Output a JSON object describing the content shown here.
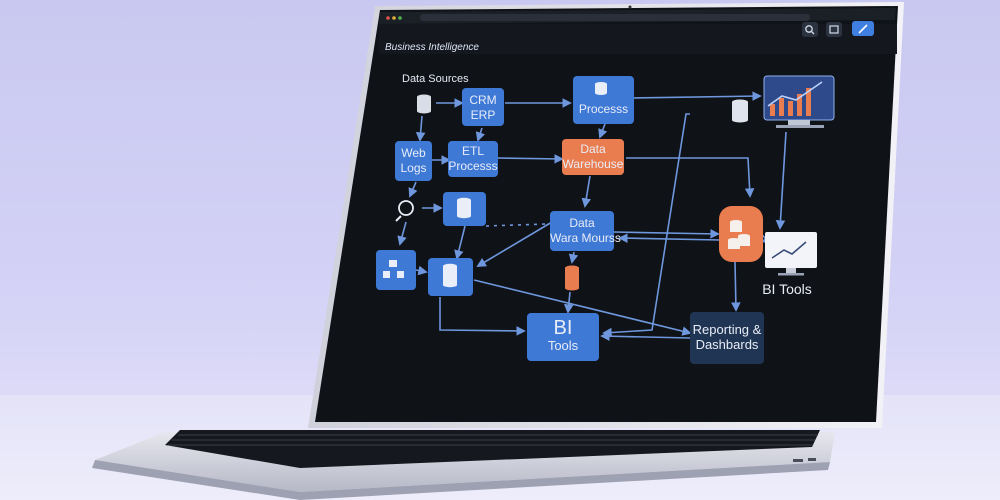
{
  "app": {
    "title": "Business Intelligence",
    "section_title": "Data Sources"
  },
  "toolbar": {
    "icons": [
      "search-icon",
      "grid-icon",
      "edit-icon"
    ]
  },
  "diagram": {
    "nodes": {
      "crm": "CRM",
      "erp": "ERP",
      "process_top": "Processs",
      "web": "Web",
      "logs": "Logs",
      "etl": "ETL",
      "etl_process": "Processs",
      "data_warehouse_1": "Data",
      "data_warehouse_2": "Warehouse",
      "data_mid_1": "Data",
      "data_mid_2": "Wara Mourss",
      "bi_center_1": "BI",
      "bi_center_2": "Tools",
      "reporting_1": "Reporting &",
      "reporting_2": "Dashbards",
      "bi_tools_right": "BI Tools"
    }
  },
  "colors": {
    "background": "#cfcdf3",
    "screen": "#0f1216",
    "node_blue": "#3f79d6",
    "node_orange": "#ea7d4f",
    "node_navy": "#1f3553",
    "connector": "#6e97de"
  }
}
